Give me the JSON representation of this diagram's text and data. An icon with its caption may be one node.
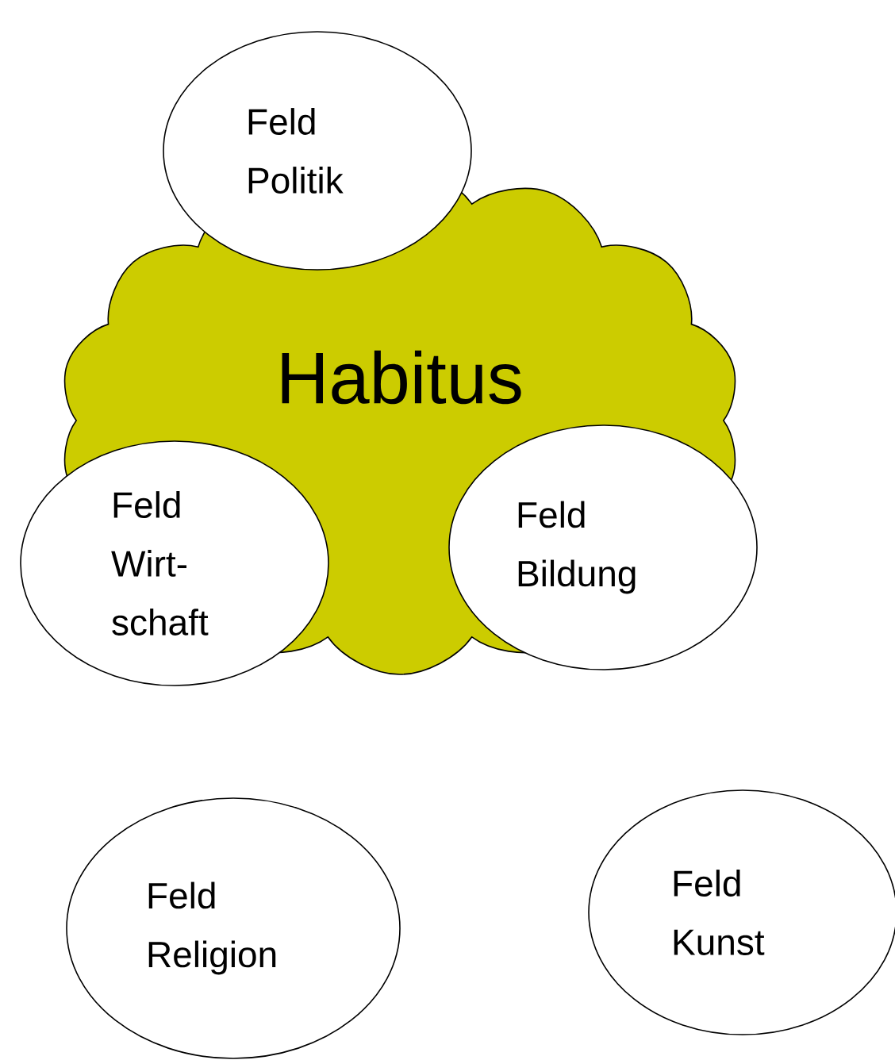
{
  "diagram": {
    "nodes": [
      {
        "text": [
          "Feld Politik"
        ]
      },
      {
        "text": [
          "Habitus"
        ]
      },
      {
        "text": [
          "Feld Wirt- schaft"
        ]
      },
      {
        "text": [
          "Feld Bildung"
        ]
      },
      {
        "text": [
          "Feld Religion"
        ]
      },
      {
        "text": [
          "Feld Kunst"
        ]
      }
    ]
  }
}
